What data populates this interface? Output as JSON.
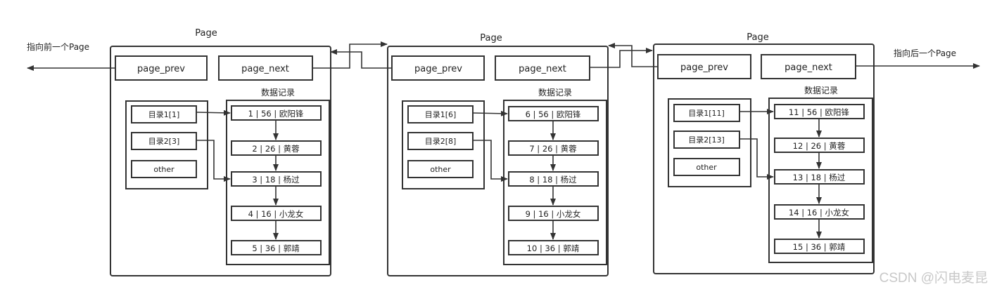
{
  "left_pointer_label": "指向前一个Page",
  "right_pointer_label": "指向后一个Page",
  "watermark": "CSDN @闪电麦昆",
  "pages": [
    {
      "title": "Page",
      "prev_label": "page_prev",
      "next_label": "page_next",
      "records_title": "数据记录",
      "directory": [
        "目录1[1]",
        "目录2[3]",
        "other"
      ],
      "records": [
        "1 | 56 | 欧阳锋",
        "2 | 26 | 黄蓉",
        "3 | 18 | 杨过",
        "4 | 16 | 小龙女",
        "5 | 36 | 郭靖"
      ]
    },
    {
      "title": "Page",
      "prev_label": "page_prev",
      "next_label": "page_next",
      "records_title": "数据记录",
      "directory": [
        "目录1[6]",
        "目录2[8]",
        "other"
      ],
      "records": [
        "6 |  56 | 欧阳锋",
        "7 |  26 | 黄蓉",
        "8 |  18 | 杨过",
        "9 |  16 | 小龙女",
        "10 |  36 | 郭靖"
      ]
    },
    {
      "title": "Page",
      "prev_label": "page_prev",
      "next_label": "page_next",
      "records_title": "数据记录",
      "directory": [
        "目录1[11]",
        "目录2[13]",
        "other"
      ],
      "records": [
        "11 |  56 | 欧阳锋",
        "12 |  26 | 黄蓉",
        "13 |  18 | 杨过",
        "14 |  16 | 小龙女",
        "15 |  36 | 郭靖"
      ]
    }
  ]
}
